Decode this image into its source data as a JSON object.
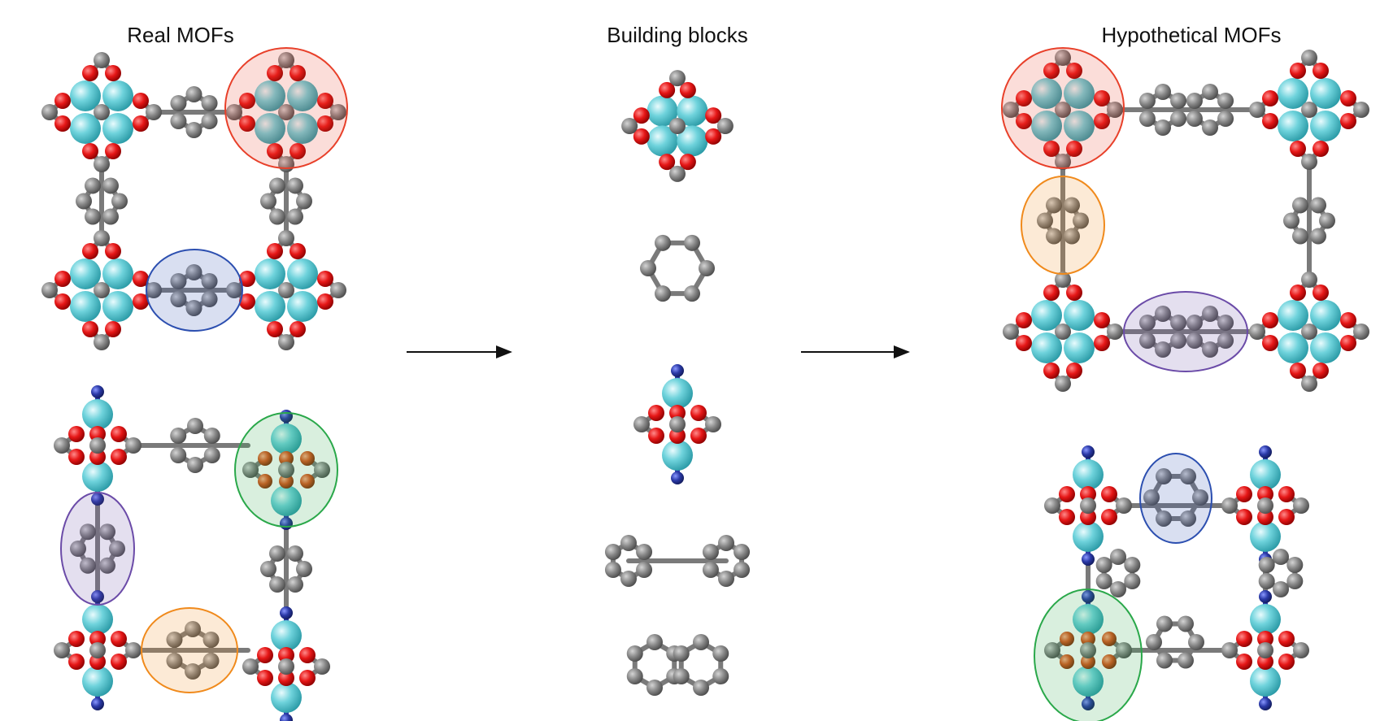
{
  "columns": {
    "real": {
      "title": "Real MOFs"
    },
    "blocks": {
      "title": "Building blocks"
    },
    "hypothetical": {
      "title": "Hypothetical MOFs"
    }
  },
  "colors": {
    "metal": "#6fd3dc",
    "oxygen": "#e61717",
    "carbon": "#8a8a8a",
    "nitrogen": "#2b3aa8",
    "highlight_red": "#e8402a",
    "highlight_blue": "#2c4fb0",
    "highlight_green": "#2aa84a",
    "highlight_purple": "#6b4ba8",
    "highlight_orange": "#f08a1c"
  }
}
